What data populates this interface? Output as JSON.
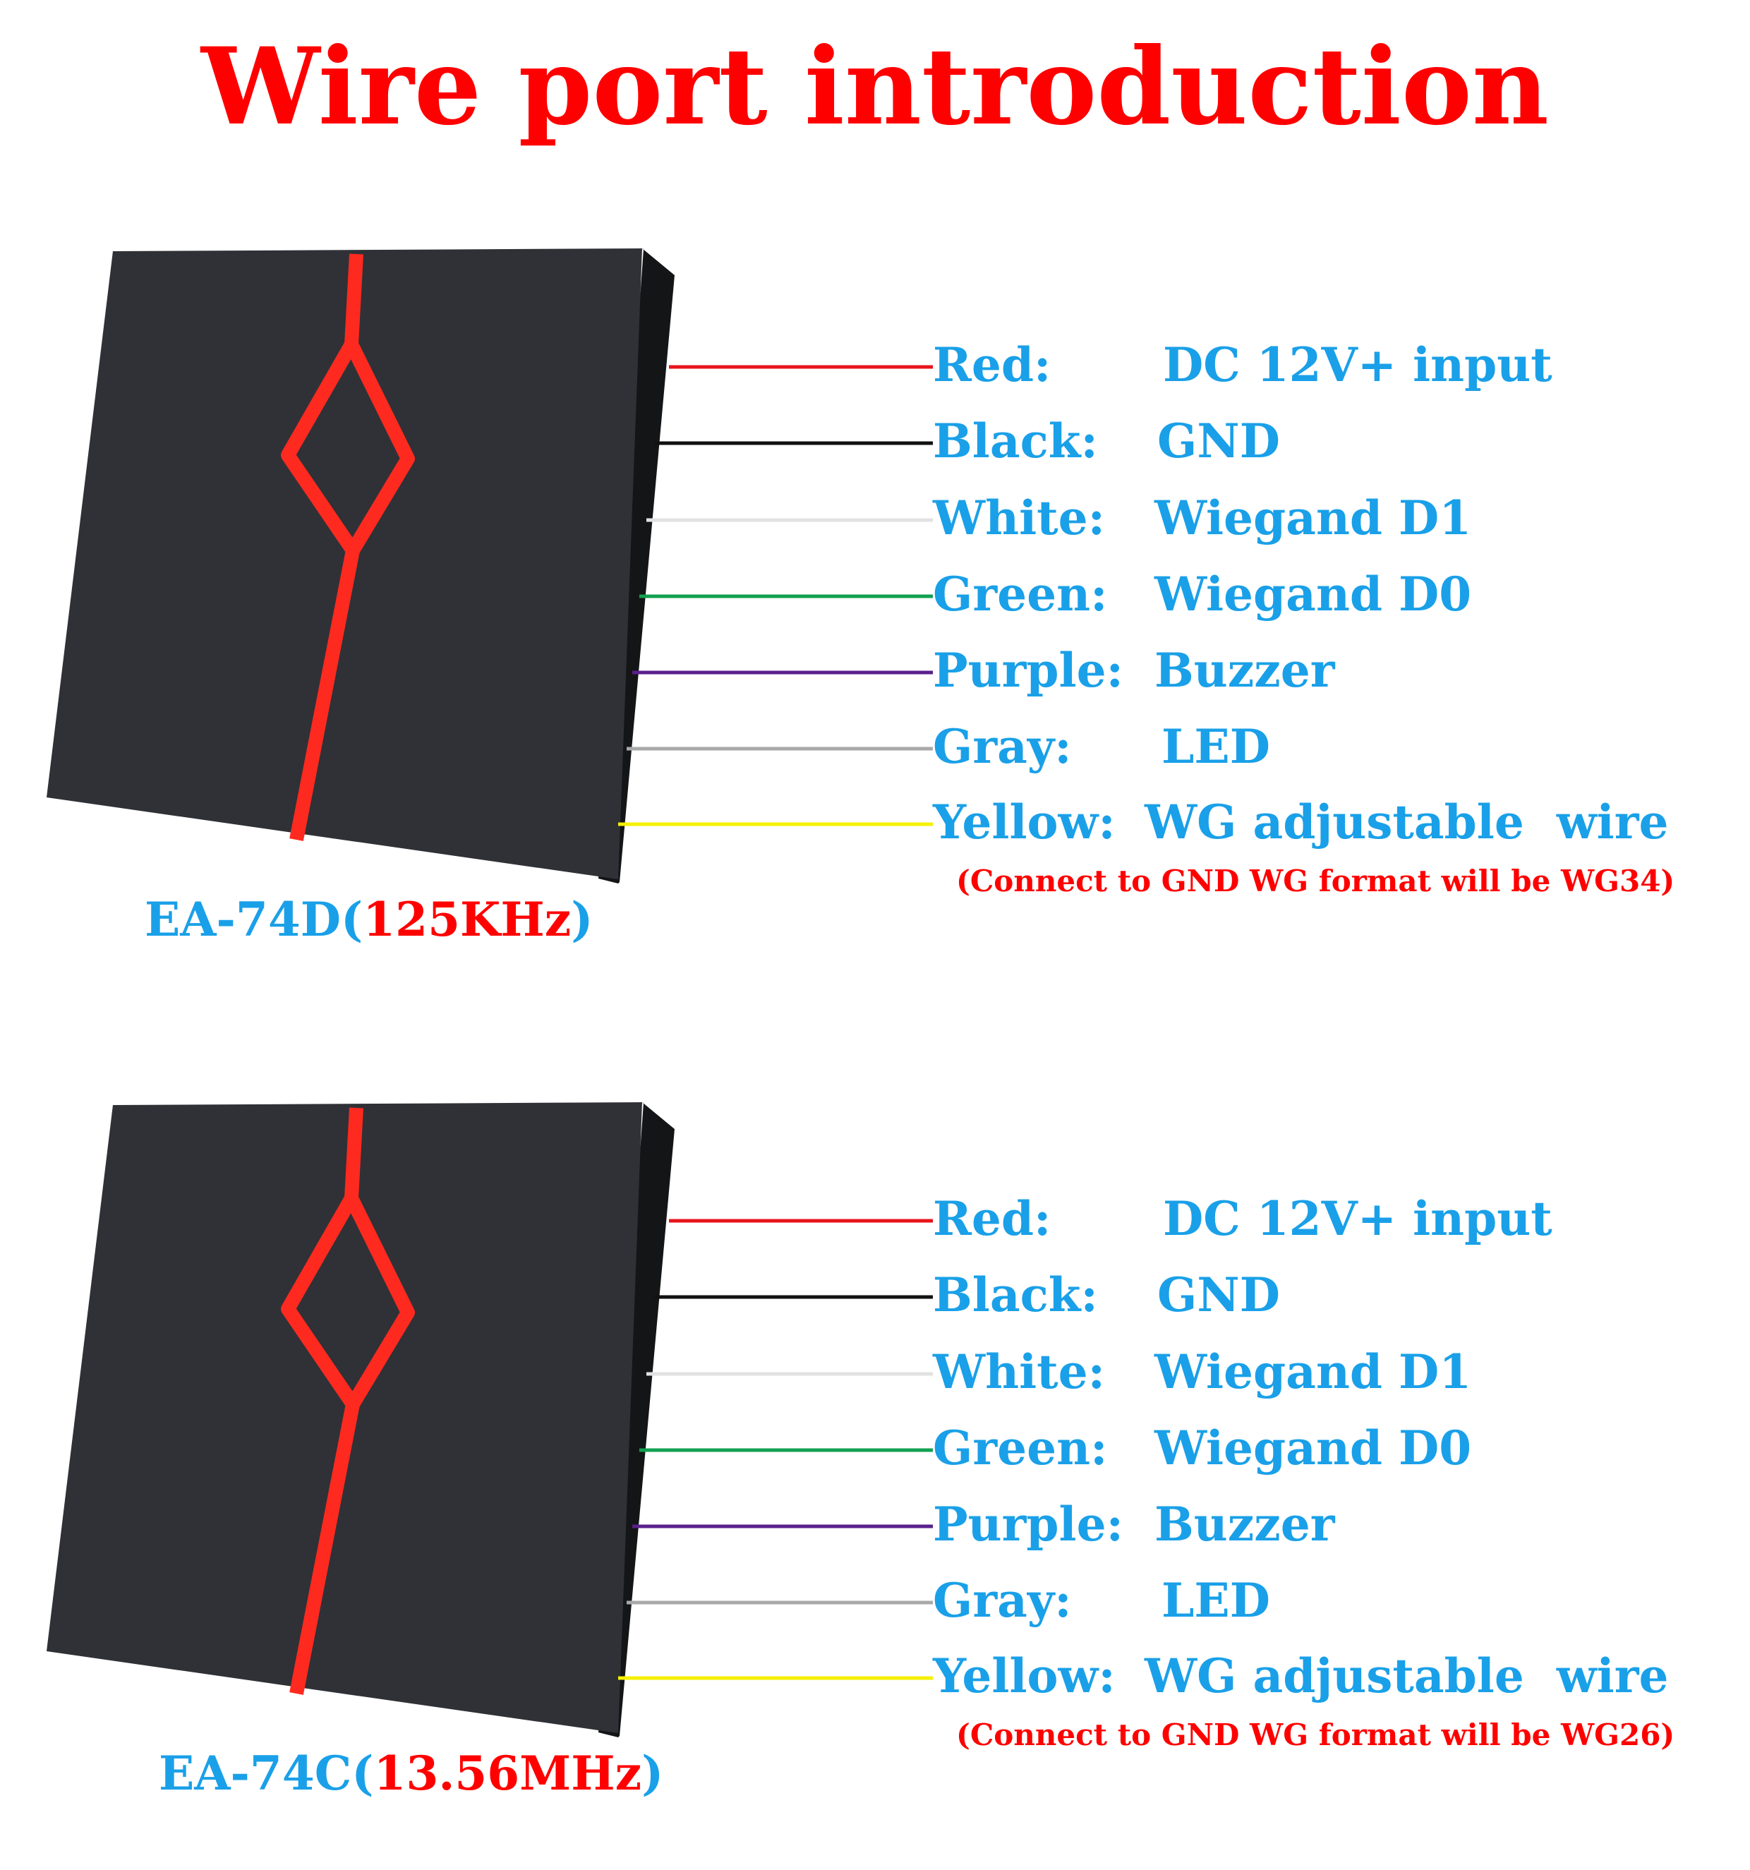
{
  "title": "Wire port introduction",
  "colors": {
    "title": "#ff0000",
    "text": "#1aa0e8",
    "note": "#ff0000",
    "device_body": "#2f3136",
    "device_side": "#141517",
    "light_guide": "#ff2a1f"
  },
  "wires": [
    {
      "label": "Red:",
      "function": "DC 12V+ input",
      "color": "#e8141b"
    },
    {
      "label": "Black:",
      "function": "GND",
      "color": "#111111"
    },
    {
      "label": "White:",
      "function": "Wiegand D1",
      "color": "#e2e2e2"
    },
    {
      "label": "Green:",
      "function": "Wiegand D0",
      "color": "#12a050"
    },
    {
      "label": "Purple:",
      "function": "Buzzer",
      "color": "#5a1f8c"
    },
    {
      "label": "Gray:",
      "function": "LED",
      "color": "#a9a9a9"
    },
    {
      "label": "Yellow:",
      "function": "WG adjustable  wire",
      "color": "#f4f000"
    }
  ],
  "devices": [
    {
      "model": "EA-74D(",
      "frequency": "125KHz",
      "close": ")",
      "note": "(Connect to GND WG format will be WG34)"
    },
    {
      "model": "EA-74C(",
      "frequency": "13.56MHz",
      "close": ")",
      "note": "(Connect to GND WG format will be WG26)"
    }
  ]
}
